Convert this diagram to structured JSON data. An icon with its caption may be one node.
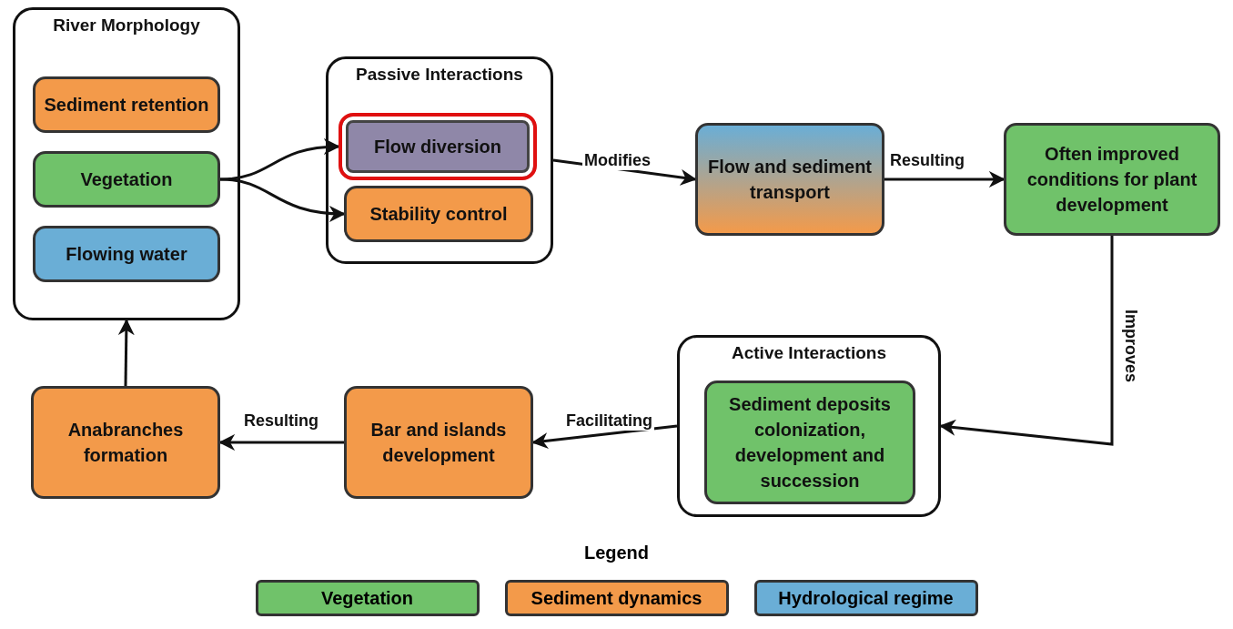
{
  "diagram": {
    "nodes": [
      {
        "text": [
          "River Morphology"
        ]
      },
      {
        "text": [
          "Sediment retention"
        ],
        "in": 0
      },
      {
        "text": [
          "Vegetation"
        ],
        "in": 0
      },
      {
        "text": [
          "Flowing water"
        ],
        "in": 0
      },
      {
        "text": [
          "Passive Interactions"
        ]
      },
      {
        "text": [
          "Flow diversion"
        ],
        "in": 4
      },
      {
        "text": [
          "Stability control"
        ],
        "in": 4
      },
      {
        "text": [
          "Flow and sediment transport"
        ]
      },
      {
        "text": [
          "Often improved conditions for plant development"
        ]
      },
      {
        "text": [
          "Active Interactions"
        ]
      },
      {
        "text": [
          "Sediment deposits colonization, development and succession"
        ],
        "in": 9
      },
      {
        "text": [
          "Bar and islands development"
        ]
      },
      {
        "text": [
          "Anabranches formation"
        ]
      }
    ],
    "edges": [
      {
        "from": 2,
        "to": 5,
        "arrow": "to"
      },
      {
        "from": 2,
        "to": 6,
        "arrow": "to"
      },
      {
        "from": 4,
        "to": 7,
        "arrow": "to",
        "label": "Modifies"
      },
      {
        "from": 7,
        "to": 8,
        "arrow": "to",
        "label": "Resulting"
      },
      {
        "from": 8,
        "to": 9,
        "arrow": "to",
        "label": "Improves"
      },
      {
        "from": 9,
        "to": 11,
        "arrow": "to",
        "label": "Facilitating"
      },
      {
        "from": 11,
        "to": 12,
        "arrow": "to",
        "label": "Resulting"
      },
      {
        "from": 12,
        "to": 0,
        "arrow": "to"
      }
    ],
    "labels": [
      "Legend"
    ],
    "legend": [
      {
        "text": "Vegetation",
        "color": "#70c26a"
      },
      {
        "text": "Sediment dynamics",
        "color": "#f39a4a"
      },
      {
        "text": "Hydrological regime",
        "color": "#6aaed6"
      }
    ]
  }
}
